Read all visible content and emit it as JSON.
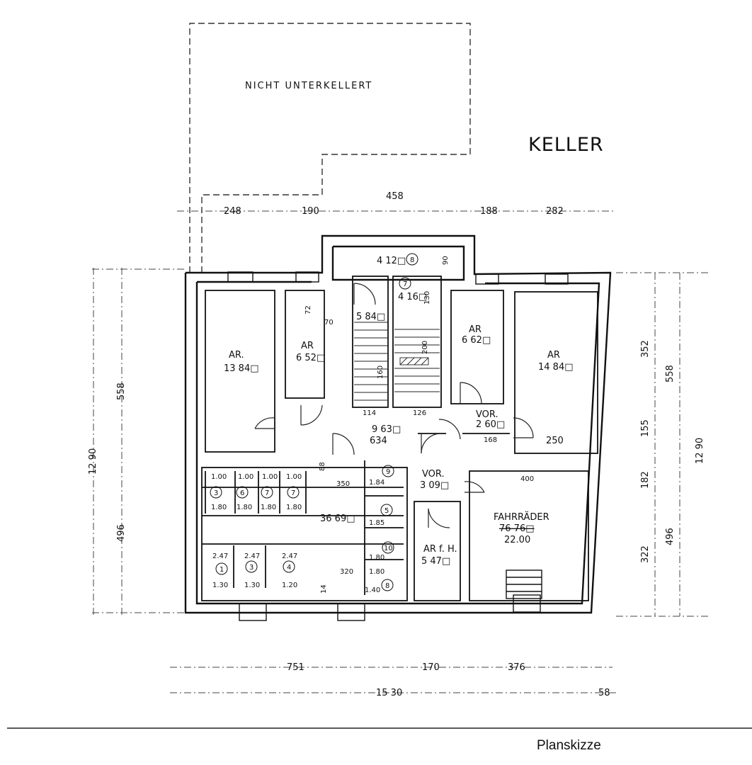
{
  "plan": {
    "title": "KELLER",
    "note": "NICHT UNTERKELLERT",
    "caption": "Planskizze",
    "rooms": [
      {
        "label": "AR.",
        "area": "13 84□"
      },
      {
        "label": "AR",
        "area": "6 52□"
      },
      {
        "label": "AR",
        "area": "6 62□"
      },
      {
        "label": "AR",
        "area": "14 84□"
      },
      {
        "label": "VOR.",
        "area": "2 60□"
      },
      {
        "label": "VOR.",
        "area": "3 09□"
      },
      {
        "label": "AR f. H.",
        "area": "5 47□"
      },
      {
        "label": "FAHRRÄDER",
        "area": "76 76□",
        "area_revised": "22.00"
      }
    ],
    "areas": {
      "storage": "4 12□",
      "wc": "4 16□",
      "stair": "5 84□",
      "hall": "9 63□",
      "cellar": "36 69□"
    },
    "compartments": [
      "3",
      "6",
      "7",
      "7",
      "1",
      "3",
      "4",
      "9",
      "5",
      "10",
      "8",
      "8",
      "7"
    ],
    "dims_top": [
      "248",
      "190",
      "458",
      "188",
      "282"
    ],
    "dims_bottom": [
      "751",
      "170",
      "376",
      "15 30",
      "58"
    ],
    "dims_left": [
      "558",
      "12 90",
      "496"
    ],
    "dims_right": [
      "352",
      "558",
      "155",
      "12 90",
      "182",
      "496",
      "322"
    ],
    "dims_inner": [
      "114",
      "126",
      "634",
      "168",
      "250",
      "400",
      "350",
      "320",
      "72",
      "70",
      "90",
      "160",
      "200",
      "130",
      "88",
      "14"
    ],
    "cell_dims": [
      "1.00",
      "1.00",
      "1.00",
      "1.00",
      "1.80",
      "1.80",
      "1.80",
      "1.80",
      "2.47",
      "2.47",
      "2.47",
      "1.30",
      "1.30",
      "1.20",
      "1.84",
      "1.85",
      "1.80",
      "1.80",
      "1.40"
    ]
  }
}
